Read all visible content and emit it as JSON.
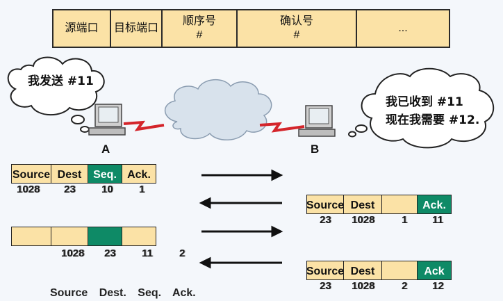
{
  "header": {
    "source_port": "源端口",
    "dest_port": "目标端口",
    "seq_no": "顺序号\n#",
    "ack_no": "确认号\n#",
    "more": "..."
  },
  "clouds": {
    "sender_text": "我发送 #11",
    "receiver_text": "我已收到 #11\n现在我需要 #12."
  },
  "nodes": {
    "a": "A",
    "b": "B"
  },
  "segment1": {
    "source": "Source",
    "dest": "Dest",
    "seq": "Seq.",
    "ack": "Ack.",
    "source_val": "1028",
    "dest_val": "23",
    "seq_val": "10",
    "ack_val": "1"
  },
  "segment2": {
    "source": "Source",
    "dest": "Dest",
    "seq": "",
    "ack": "Ack.",
    "source_val": "23",
    "dest_val": "1028",
    "seq_val": "1",
    "ack_val": "11"
  },
  "segment3": {
    "source": "",
    "dest": "",
    "seq": "",
    "ack": "",
    "source_val": "",
    "dest_val": "1028",
    "seq_val": "23",
    "ack_val": "11",
    "extra": "2"
  },
  "segment4": {
    "source": "Source",
    "dest": "Dest",
    "seq": "",
    "ack": "Ack",
    "source_val": "23",
    "dest_val": "1028",
    "seq_val": "2",
    "ack_val": "12"
  },
  "legend": {
    "source": "Source",
    "dest": "Dest.",
    "seq": "Seq.",
    "ack": "Ack."
  },
  "colors": {
    "field": "#fbe2a6",
    "highlight": "#0e8a66",
    "link": "#d4252b"
  }
}
